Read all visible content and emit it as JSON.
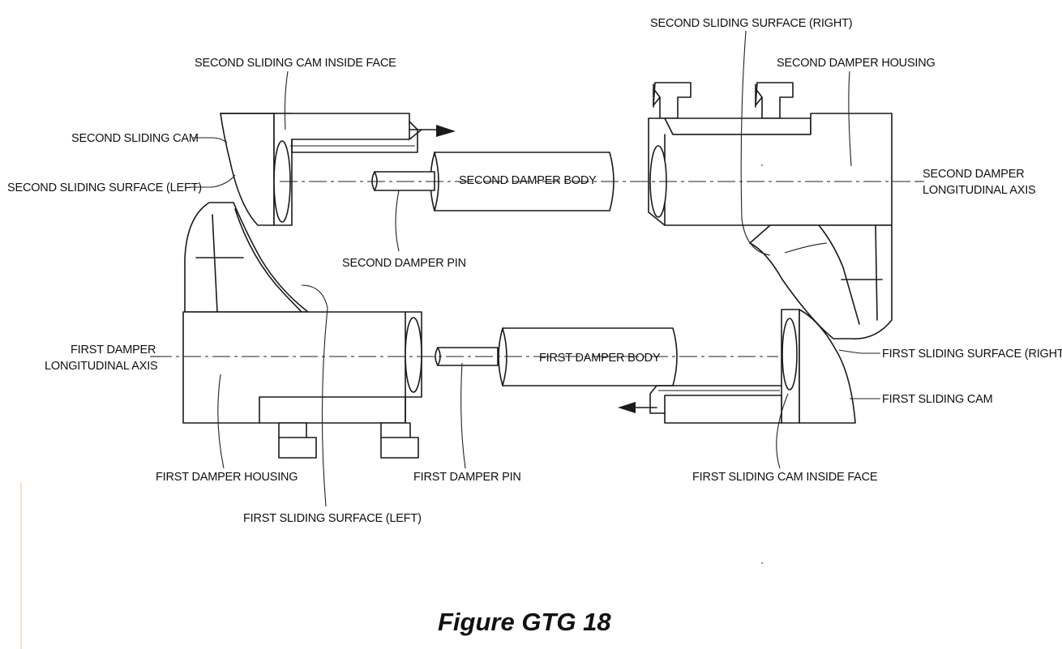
{
  "labels": {
    "second_sliding_surface_right": "SECOND SLIDING SURFACE (RIGHT)",
    "second_sliding_cam_inside_face": "SECOND SLIDING CAM INSIDE FACE",
    "second_damper_housing": "SECOND DAMPER HOUSING",
    "second_sliding_cam": "SECOND SLIDING CAM",
    "second_sliding_surface_left": "SECOND SLIDING SURFACE (LEFT)",
    "second_damper_body": "SECOND DAMPER BODY",
    "second_damper_axis_line1": "SECOND DAMPER",
    "second_damper_axis_line2": "LONGITUDINAL AXIS",
    "second_damper_pin": "SECOND DAMPER PIN",
    "first_damper_axis_line1": "FIRST DAMPER",
    "first_damper_axis_line2": "LONGITUDINAL AXIS",
    "first_damper_body": "FIRST DAMPER BODY",
    "first_sliding_surface_right": "FIRST SLIDING SURFACE (RIGHT)",
    "first_sliding_cam": "FIRST SLIDING CAM",
    "first_damper_housing": "FIRST DAMPER HOUSING",
    "first_damper_pin": "FIRST DAMPER PIN",
    "first_sliding_cam_inside_face": "FIRST SLIDING CAM INSIDE FACE",
    "first_sliding_surface_left": "FIRST SLIDING SURFACE (LEFT)"
  },
  "caption": "Figure GTG 18"
}
